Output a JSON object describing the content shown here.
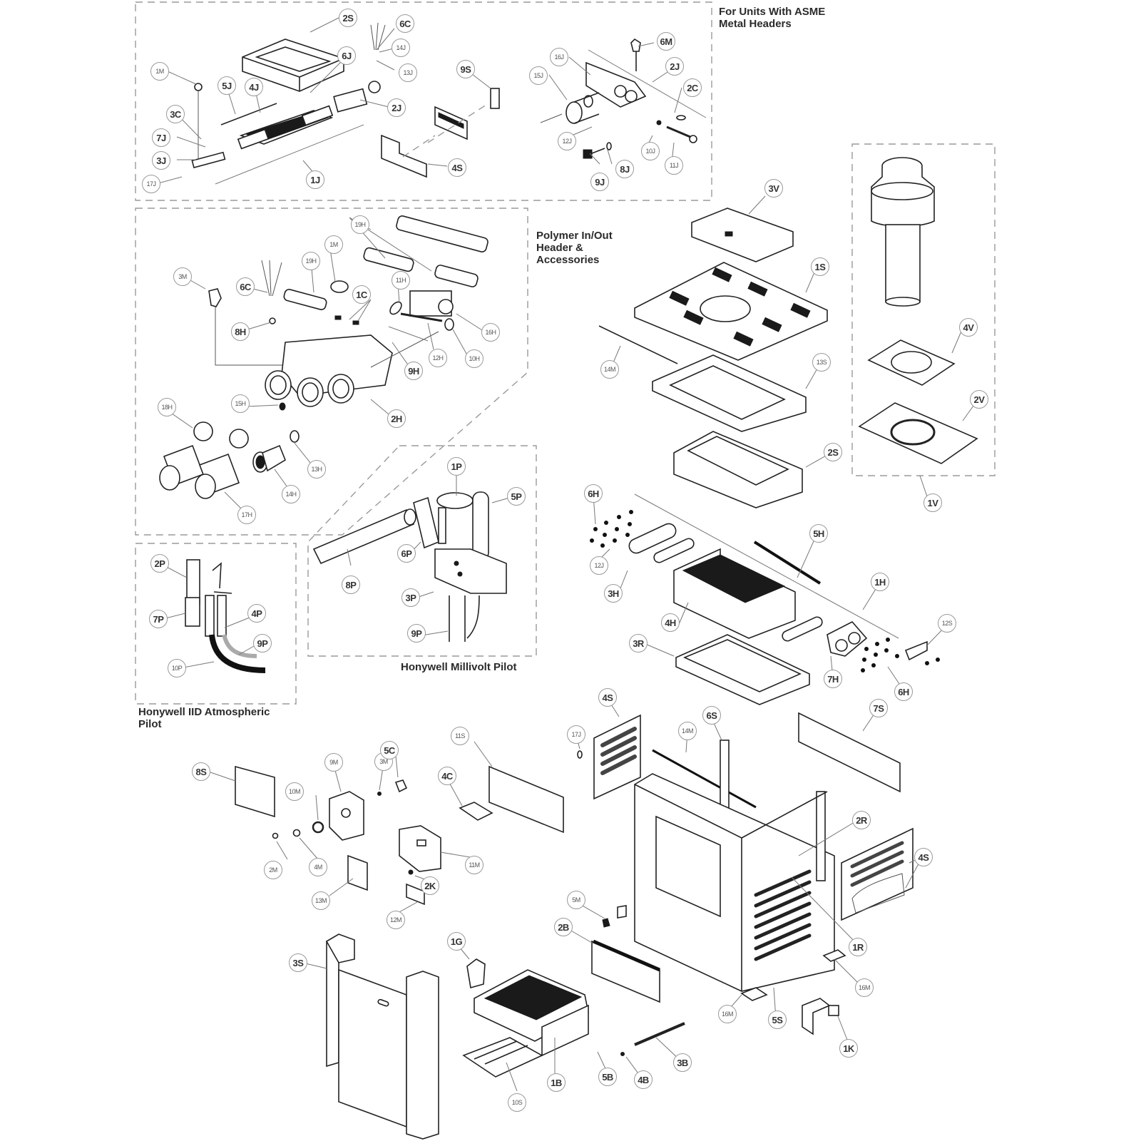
{
  "sections": {
    "asme": "For Units With ASME\nMetal Headers",
    "polymer": "Polymer In/Out\nHeader &\nAccessories",
    "millivolt": "Honywell Millivolt Pilot",
    "iid": "Honywell IID Atmospheric\nPilot"
  },
  "callouts": {
    "asme_2S": "2S",
    "asme_6C": "6C",
    "asme_14J": "14J",
    "asme_13J": "13J",
    "asme_1M": "1M",
    "asme_6J": "6J",
    "asme_5J": "5J",
    "asme_4J": "4J",
    "asme_2J_a": "2J",
    "asme_3C": "3C",
    "asme_7J": "7J",
    "asme_3J": "3J",
    "asme_17J": "17J",
    "asme_1J": "1J",
    "asme_9S": "9S",
    "asme_4S": "4S",
    "asme_6M": "6M",
    "asme_16J": "16J",
    "asme_15J": "15J",
    "asme_2J_b": "2J",
    "asme_2C": "2C",
    "asme_12J": "12J",
    "asme_10J": "10J",
    "asme_11J": "11J",
    "asme_9J": "9J",
    "asme_8J": "8J",
    "poly_19H_a": "19H",
    "poly_1M": "1M",
    "poly_19H_b": "19H",
    "poly_3M": "3M",
    "poly_6C": "6C",
    "poly_1C": "1C",
    "poly_11H": "11H",
    "poly_16H": "16H",
    "poly_8H": "8H",
    "poly_12H": "12H",
    "poly_10H": "10H",
    "poly_9H": "9H",
    "poly_2H": "2H",
    "poly_18H": "18H",
    "poly_15H": "15H",
    "poly_13H": "13H",
    "poly_14H": "14H",
    "poly_17H": "17H",
    "mv_1P": "1P",
    "mv_5P": "5P",
    "mv_6P": "6P",
    "mv_8P": "8P",
    "mv_3P": "3P",
    "mv_9P": "9P",
    "iid_2P": "2P",
    "iid_7P": "7P",
    "iid_4P": "4P",
    "iid_9P": "9P",
    "iid_10P": "10P",
    "v_3V": "3V",
    "v_1S": "1S",
    "v_14M": "14M",
    "v_13S": "13S",
    "v_2S": "2S",
    "v_4V": "4V",
    "v_2V": "2V",
    "v_1V": "1V",
    "hx_6H_a": "6H",
    "hx_12J": "12J",
    "hx_3H": "3H",
    "hx_5H": "5H",
    "hx_1H": "1H",
    "hx_4H": "4H",
    "hx_3R": "3R",
    "hx_12S": "12S",
    "hx_7H": "7H",
    "hx_6H_b": "6H",
    "c_4S_a": "4S",
    "c_17J": "17J",
    "c_14M": "14M",
    "c_6S": "6S",
    "c_7S": "7S",
    "c_2R": "2R",
    "c_4S_b": "4S",
    "c_1R": "1R",
    "c_16M_a": "16M",
    "c_16M_b": "16M",
    "c_5S": "5S",
    "c_1K": "1K",
    "c_5M": "5M",
    "c_2B": "2B",
    "c_3B": "3B",
    "c_4B": "4B",
    "c_5B": "5B",
    "c_1B": "1B",
    "c_10S": "10S",
    "c_1G": "1G",
    "c_3S": "3S",
    "e_8S": "8S",
    "e_9M": "9M",
    "e_3M": "3M",
    "e_5C": "5C",
    "e_11S": "11S",
    "e_4C": "4C",
    "e_10M": "10M",
    "e_2M": "2M",
    "e_4M": "4M",
    "e_11M": "11M",
    "e_2K": "2K",
    "e_13M": "13M",
    "e_12M": "12M"
  }
}
